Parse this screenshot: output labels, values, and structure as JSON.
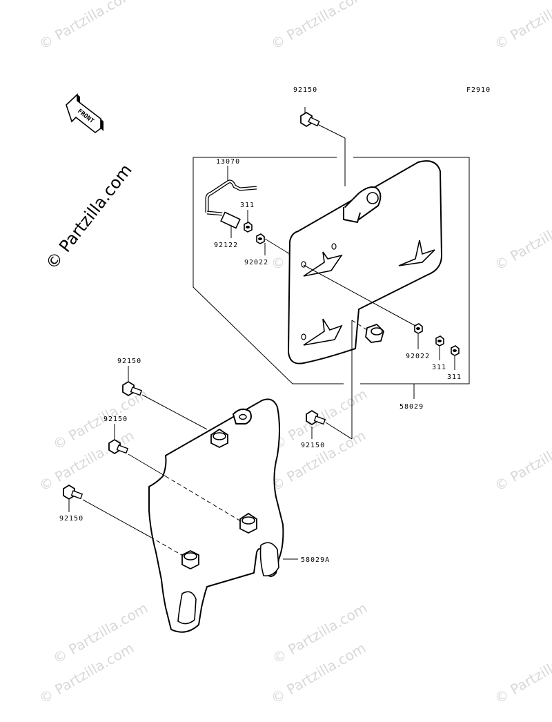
{
  "diagram_code": "F2910",
  "front_marker": "FRONT",
  "watermark_big": "© Partzilla.com",
  "watermark_small": "© Partzilla.com",
  "callouts": {
    "bolt_top": "92150",
    "rod": "13070",
    "nut_311_top": "311",
    "collar": "92122",
    "nut_92022_left": "92022",
    "nut_92022_right": "92022",
    "nut_311_a": "311",
    "nut_311_b": "311",
    "plate_assembly": "58029",
    "bolt_mid_right": "92150",
    "bolt_left_1": "92150",
    "bolt_left_2": "92150",
    "bolt_left_3": "92150",
    "number_plate_front": "58029A"
  }
}
